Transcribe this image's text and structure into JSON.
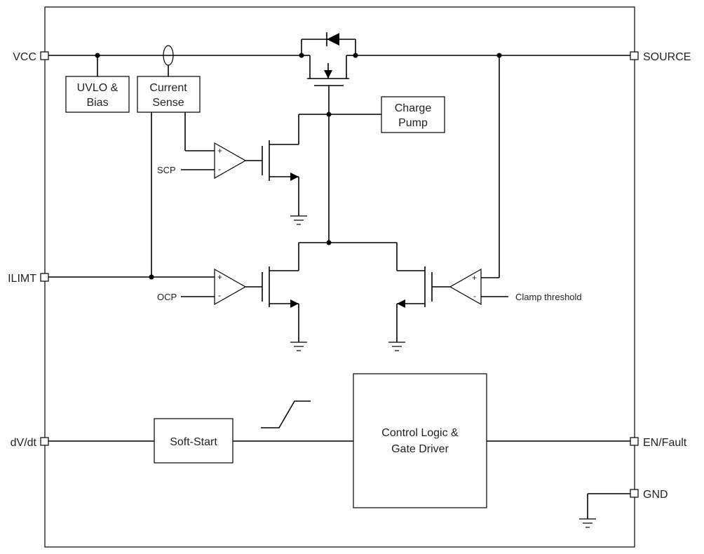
{
  "pins": {
    "vcc": "VCC",
    "source": "SOURCE",
    "ilimt": "ILIMT",
    "dvdt": "dV/dt",
    "en_fault": "EN/Fault",
    "gnd": "GND"
  },
  "blocks": {
    "uvlo": [
      "UVLO &",
      "Bias"
    ],
    "current_sense": [
      "Current",
      "Sense"
    ],
    "charge_pump": [
      "Charge",
      "Pump"
    ],
    "soft_start": "Soft-Start",
    "control_logic": [
      "Control Logic &",
      "Gate Driver"
    ]
  },
  "comparators": {
    "scp": "SCP",
    "ocp": "OCP",
    "clamp": "Clamp threshold",
    "plus": "+",
    "minus": "-"
  }
}
